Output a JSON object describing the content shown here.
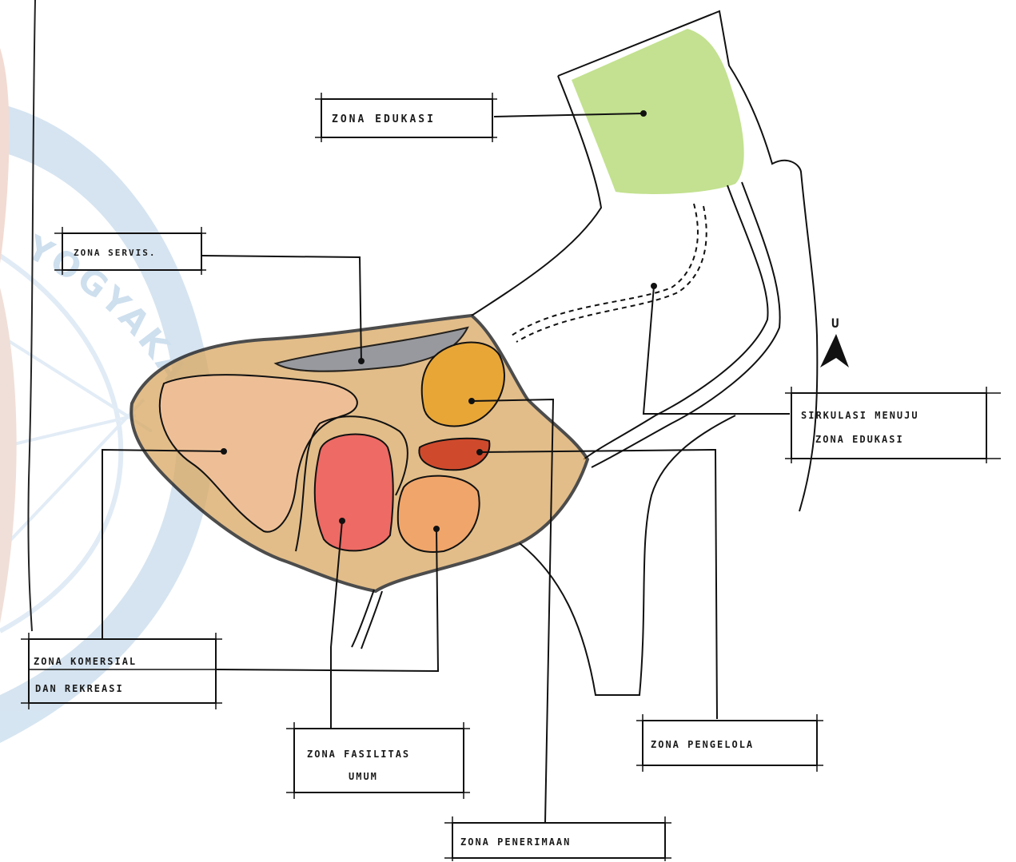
{
  "labels": {
    "zona_edukasi": "ZONA EDUKASI",
    "zona_servis": "ZONA SERVIS.",
    "sirkulasi_line1": "SIRKULASI MENUJU",
    "sirkulasi_line2": "ZONA EDUKASI",
    "zona_komersial_line1": "ZONA KOMERSIAL",
    "zona_komersial_line2": "DAN REKREASI",
    "zona_fasilitas_line1": "ZONA FASILITAS",
    "zona_fasilitas_line2": "UMUM",
    "zona_pengelola": "ZONA PENGELOLA",
    "zona_penerimaan": "ZONA PENERIMAAN",
    "north_letter": "U"
  },
  "watermark": {
    "text": "YOGYAKARTA",
    "color": "#9fc1df"
  },
  "colors": {
    "edukasi": "#b9dc7d",
    "servis": "#8f96a2",
    "penerimaan": "#e8a637",
    "pengelola": "#cf4a2c",
    "fasilitas_umum": "#ee6a64",
    "komersial": "#eebf96",
    "site_fill": "#d9a862",
    "ink": "#111111"
  }
}
